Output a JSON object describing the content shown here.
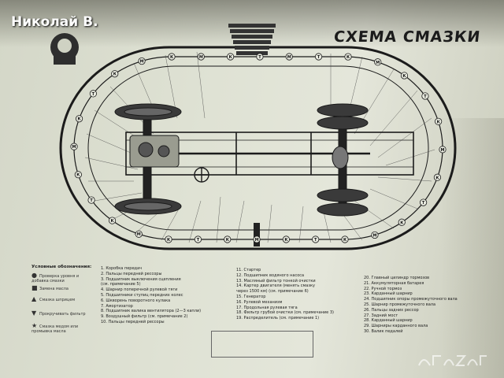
{
  "seller_name": "Николай В.",
  "title": "СХЕМА СМАЗКИ",
  "legend": {
    "heading": "Условные обозначения:",
    "items": [
      {
        "symbol": "●",
        "text": "Проверка уровня и добавка смазки"
      },
      {
        "symbol": "■",
        "text": "Замена масла"
      },
      {
        "symbol": "▲",
        "text": "Смазка шприцем"
      },
      {
        "symbol": "▼",
        "text": "Прокручивать фильтр"
      },
      {
        "symbol": "★",
        "text": "Смазка медом или промывка масла"
      }
    ]
  },
  "parts_col1": [
    "1. Коробка передач",
    "2. Пальцы передней рессоры",
    "3. Подшипник выключения сцепления",
    "   (см. примечание 5)",
    "4. Шарнир поперечной рулевой тяги",
    "5. Подшипники ступиц передних колес",
    "6. Шкворень поворотного кулака",
    "7. Амортизатор",
    "8. Подшипник валика вентилятора (2—3 капли)",
    "9. Воздушный фильтр (см. примечание 2)",
    "10. Пальцы передней рессоры"
  ],
  "parts_col2": [
    "11. Стартер",
    "12. Подшипник водяного насоса",
    "13. Масляный фильтр тонкой очистки",
    "14. Картер двигателя (менять смазку",
    "    через 1500 км) (см. примечание 6)",
    "15. Генератор",
    "16. Рулевой механизм",
    "17. Продольная рулевая тяга",
    "18. Фильтр грубой очистки (см. примечание 3)",
    "19. Распределитель (см. примечание 1)"
  ],
  "parts_col3": [
    "20. Главный цилиндр тормозов",
    "21. Аккумуляторная батарея",
    "22. Ручной тормоз",
    "23. Карданный шарнир",
    "24. Подшипник опоры промежуточного вала",
    "25. Шарнир промежуточного вала",
    "26. Пальцы задних рессор",
    "27. Задний мост",
    "28. Карданный шарнир",
    "29. Шарниры карданного вала",
    "30. Валик педалей"
  ],
  "ring_labels": [
    "К",
    "М",
    "К",
    "Т",
    "М",
    "Т",
    "К",
    "М",
    "К",
    "Т",
    "К",
    "М",
    "К",
    "Т",
    "К",
    "М",
    "К",
    "Т",
    "К",
    "М",
    "К",
    "Т",
    "К",
    "М",
    "К",
    "Т",
    "К",
    "М",
    "К",
    "Т",
    "К",
    "М"
  ],
  "colors": {
    "line": "#1b1b1b",
    "paper": "#dfe2d4",
    "accent": "#222222"
  }
}
